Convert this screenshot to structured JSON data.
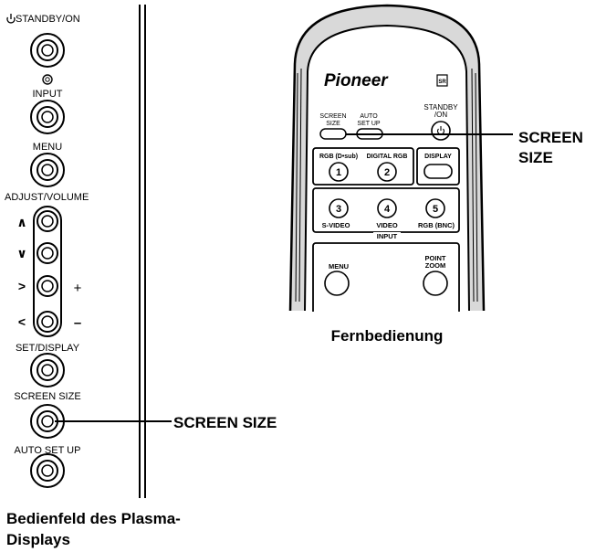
{
  "panel": {
    "standby_label": "STANDBY/ON",
    "input_label": "INPUT",
    "menu_label": "MENU",
    "adjust_label": "ADJUST/VOLUME",
    "up_arrow": "∧",
    "down_arrow": "∨",
    "right_arrow": ">",
    "left_arrow": "<",
    "plus_label": "+",
    "minus_label": "–",
    "set_display_label": "SET/DISPLAY",
    "screen_size_label": "SCREEN SIZE",
    "auto_setup_label": "AUTO SET UP",
    "caption_line1": "Bedienfeld des Plasma-",
    "caption_line2": "Displays"
  },
  "callouts": {
    "panel_screen_size": "SCREEN SIZE",
    "remote_screen_size_line1": "SCREEN",
    "remote_screen_size_line2": "SIZE"
  },
  "remote": {
    "brand": "Pioneer",
    "sr_badge": "SR",
    "screen_size_line1": "SCREEN",
    "screen_size_line2": "SIZE",
    "auto_setup_line1": "AUTO",
    "auto_setup_line2": "SET UP",
    "standby_line1": "STANDBY",
    "standby_line2": "/ON",
    "rgb_dsub_label": "RGB (D•sub)",
    "digital_rgb_label": "DIGITAL RGB",
    "display_label": "DISPLAY",
    "btn1": "1",
    "btn2": "2",
    "btn3": "3",
    "btn4": "4",
    "btn5": "5",
    "svideo_label": "S-VIDEO",
    "video_label": "VIDEO",
    "rgb_bnc_label": "RGB (BNC)",
    "input_label": "INPUT",
    "menu_label": "MENU",
    "point_zoom_line1": "POINT",
    "point_zoom_line2": "ZOOM",
    "caption": "Fernbedienung"
  },
  "colors": {
    "ink": "#000000",
    "background": "#ffffff",
    "remote_body": "#d9d9d9",
    "remote_face": "#ffffff"
  }
}
